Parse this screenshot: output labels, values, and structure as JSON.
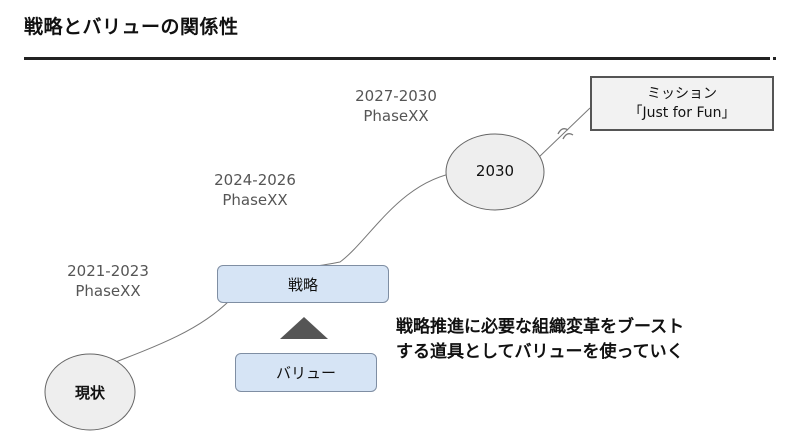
{
  "title": "戦略とバリューの関係性",
  "phases": [
    {
      "years": "2021-2023",
      "name": "PhaseXX"
    },
    {
      "years": "2024-2026",
      "name": "PhaseXX"
    },
    {
      "years": "2027-2030",
      "name": "PhaseXX"
    }
  ],
  "nodes": {
    "current": "現状",
    "goal": "2030"
  },
  "boxes": {
    "strategy": "戦略",
    "value": "バリュー"
  },
  "mission": {
    "line1": "ミッション",
    "line2": "「Just for Fun」"
  },
  "message": {
    "line1": "戦略推進に必要な組織変革をブースト",
    "line2": "する道具としてバリューを使っていく"
  }
}
